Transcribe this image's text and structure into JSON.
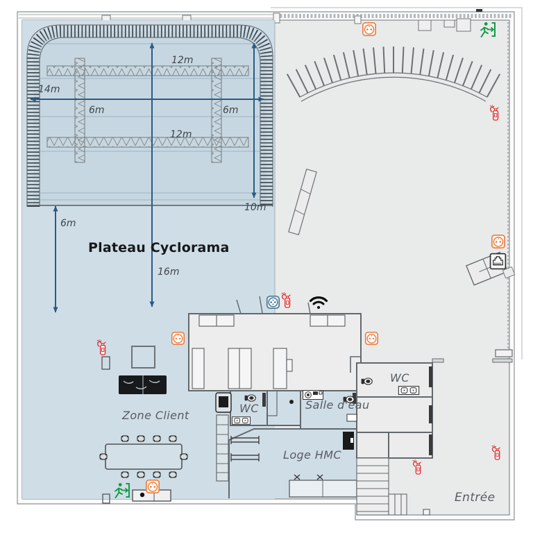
{
  "plan": {
    "title": "Plateau Cyclorama",
    "dims": {
      "truss_top": "12m",
      "truss_bottom": "12m",
      "width": "14m",
      "truss_left": "6m",
      "truss_right": "6m",
      "depth_total": "16m",
      "depth_right": "10m",
      "apron": "6m"
    },
    "rooms": {
      "zone_client": "Zone Client",
      "wc_center": "WC",
      "salle_eau": "Salle d'eau",
      "loge_hmc": "Loge HMC",
      "wc_entrance": "WC",
      "entree": "Entrée"
    },
    "icons": {
      "power_outlet": "orange round socket",
      "three_phase_socket": "blue CEE socket",
      "fire_extinguisher": "red extinguisher",
      "emergency_exit": "green running-man exit",
      "wifi": "black wifi waves",
      "ethernet_port": "RJ45 network port"
    },
    "colors": {
      "stage_zone": "#cfdde6",
      "stage_floor": "#c6d7e1",
      "technical_zone": "#e9eaea",
      "wall": "#63686c",
      "dimension": "#2a5a86",
      "outlet": "#ed7a3a",
      "extinguisher": "#e02424",
      "exit": "#149a46",
      "socket_blue": "#41738f"
    }
  }
}
